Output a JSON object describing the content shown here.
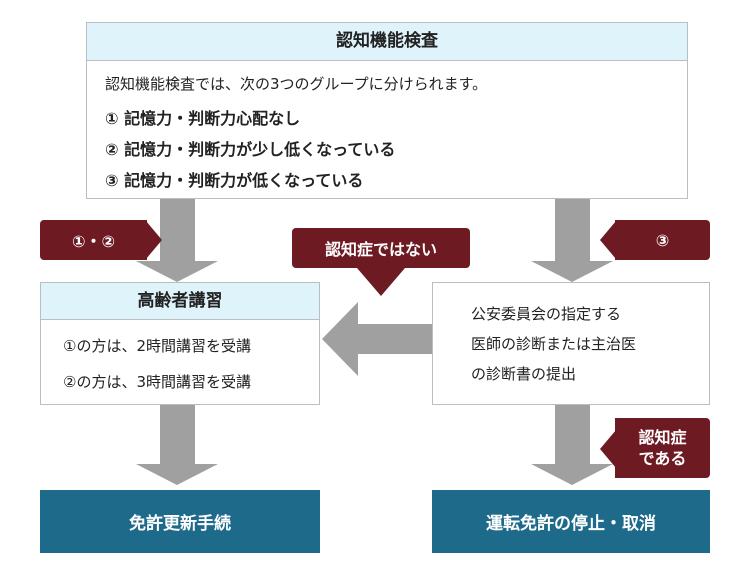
{
  "top": {
    "title": "認知機能検査",
    "intro": "認知機能検査では、次の3つのグループに分けられます。",
    "items": [
      "① 記憶力・判断力心配なし",
      "② 記憶力・判断力が少し低くなっている",
      "③ 記憶力・判断力が低くなっている"
    ]
  },
  "tags": {
    "left": "①・②",
    "middle": "認知症ではない",
    "right": "③",
    "bottom_right_line1": "認知症",
    "bottom_right_line2": "である"
  },
  "lecture": {
    "title": "高齢者講習",
    "line1": "①の方は、2時間講習を受講",
    "line2": "②の方は、3時間講習を受講"
  },
  "doctor": {
    "line1": "公安委員会の指定する",
    "line2": "医師の診断または主治医",
    "line3": "の診断書の提出"
  },
  "results": {
    "renew": "免許更新手続",
    "revoke": "運転免許の停止・取消"
  },
  "colors": {
    "header_bg": "#dff3fb",
    "result_bg": "#1e6a8a",
    "tag_bg": "#6e1a22",
    "arrow_gray": "#a0a0a0"
  }
}
